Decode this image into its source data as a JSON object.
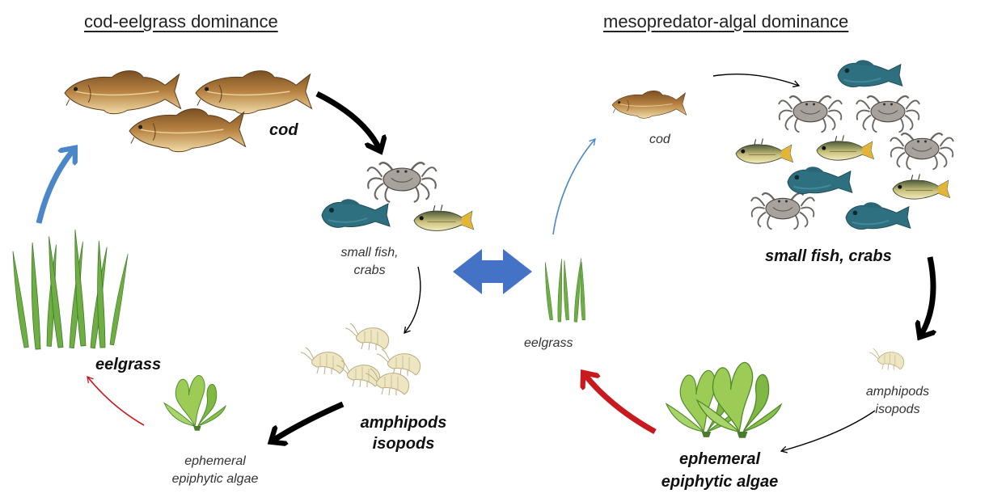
{
  "left_panel": {
    "title": "cod-eelgrass dominance",
    "cod": "cod",
    "small_fish_crabs": [
      "small fish,",
      "crabs"
    ],
    "amphipods_isopods": [
      "amphipods",
      "isopods"
    ],
    "algae": [
      "ephemeral",
      "epiphytic algae"
    ],
    "eelgrass": "eelgrass"
  },
  "right_panel": {
    "title": "mesopredator-algal dominance",
    "cod": "cod",
    "small_fish_crabs": "small fish, crabs",
    "amphipods_isopods": [
      "amphipods",
      "isopods"
    ],
    "algae": [
      "ephemeral",
      "epiphytic  algae"
    ],
    "eelgrass": "eelgrass"
  },
  "icons": {
    "cod": "cod-fish-icon",
    "crab": "crab-icon",
    "goby": "goby-fish-icon",
    "stickleback": "stickleback-fish-icon",
    "amphipod": "amphipod-icon",
    "algae": "algae-icon",
    "eelgrass": "eelgrass-icon",
    "exchange": "double-arrow-icon"
  },
  "colors": {
    "cod_body": "#b07a3a",
    "cod_belly": "#e8cf95",
    "goby": "#2f7080",
    "crab": "#8a8580",
    "amphipod": "#e6ddb0",
    "eelgrass": "#5a9e3c",
    "algae": "#8cc04a",
    "arrow_black": "#000000",
    "arrow_blue": "#4a86c8",
    "arrow_red": "#c8191e",
    "exchange_blue": "#4472c4"
  }
}
